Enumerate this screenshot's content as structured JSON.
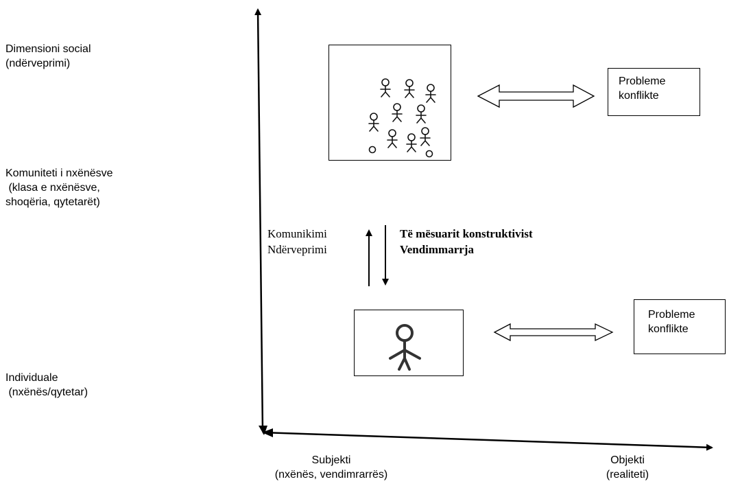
{
  "y_axis_labels": {
    "social": "Dimensioni social\n(ndërveprimi)",
    "community": "Komuniteti i nxënësve\n (klasa e nxënësve,\nshoqëria, qytetarët)",
    "individual": "Individuale\n (nxënës/qytetar)"
  },
  "x_axis_labels": {
    "subject": "Subjekti\n(nxënës, vendimrarrës)",
    "object": "Objekti\n(realiteti)"
  },
  "interaction_labels": {
    "left": "Komunikimi\nNdërveprimi",
    "right_line1": "Të mësuarit konstruktivist",
    "right_line2": "Vendimmarrja"
  },
  "problem_boxes": {
    "top": "Probleme\nkonflikte",
    "bottom": "Probleme\nkonflikte"
  }
}
